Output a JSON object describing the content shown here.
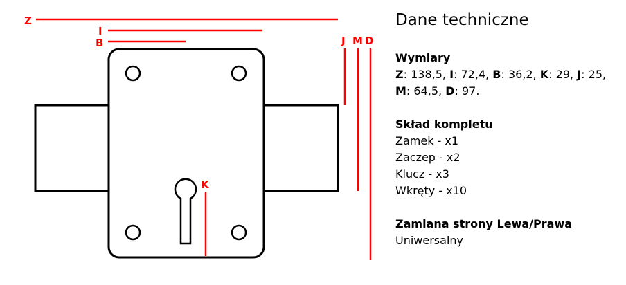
{
  "diagram": {
    "labels": {
      "Z": "Z",
      "I": "I",
      "B": "B",
      "J": "J",
      "M": "M",
      "D": "D",
      "K": "K"
    },
    "accent_color": "#ff0000"
  },
  "panel": {
    "title": "Dane techniczne",
    "dimensions": {
      "heading": "Wymiary",
      "items": [
        {
          "key": "Z",
          "value": ": 138,5, "
        },
        {
          "key": "I",
          "value": ": 72,4, "
        },
        {
          "key": "B",
          "value": ": 36,2, "
        },
        {
          "key": "K",
          "value": ": 29, "
        },
        {
          "key": "J",
          "value": ": 25, "
        },
        {
          "key": "M",
          "value": ": 64,5, "
        },
        {
          "key": "D",
          "value": ": 97."
        }
      ]
    },
    "kit": {
      "heading": "Skład kompletu",
      "items": [
        "Zamek - x1",
        "Zaczep - x2",
        "Klucz - x3",
        "Wkręty - x10"
      ]
    },
    "side": {
      "heading": "Zamiana strony Lewa/Prawa",
      "value": "Uniwersalny"
    }
  }
}
